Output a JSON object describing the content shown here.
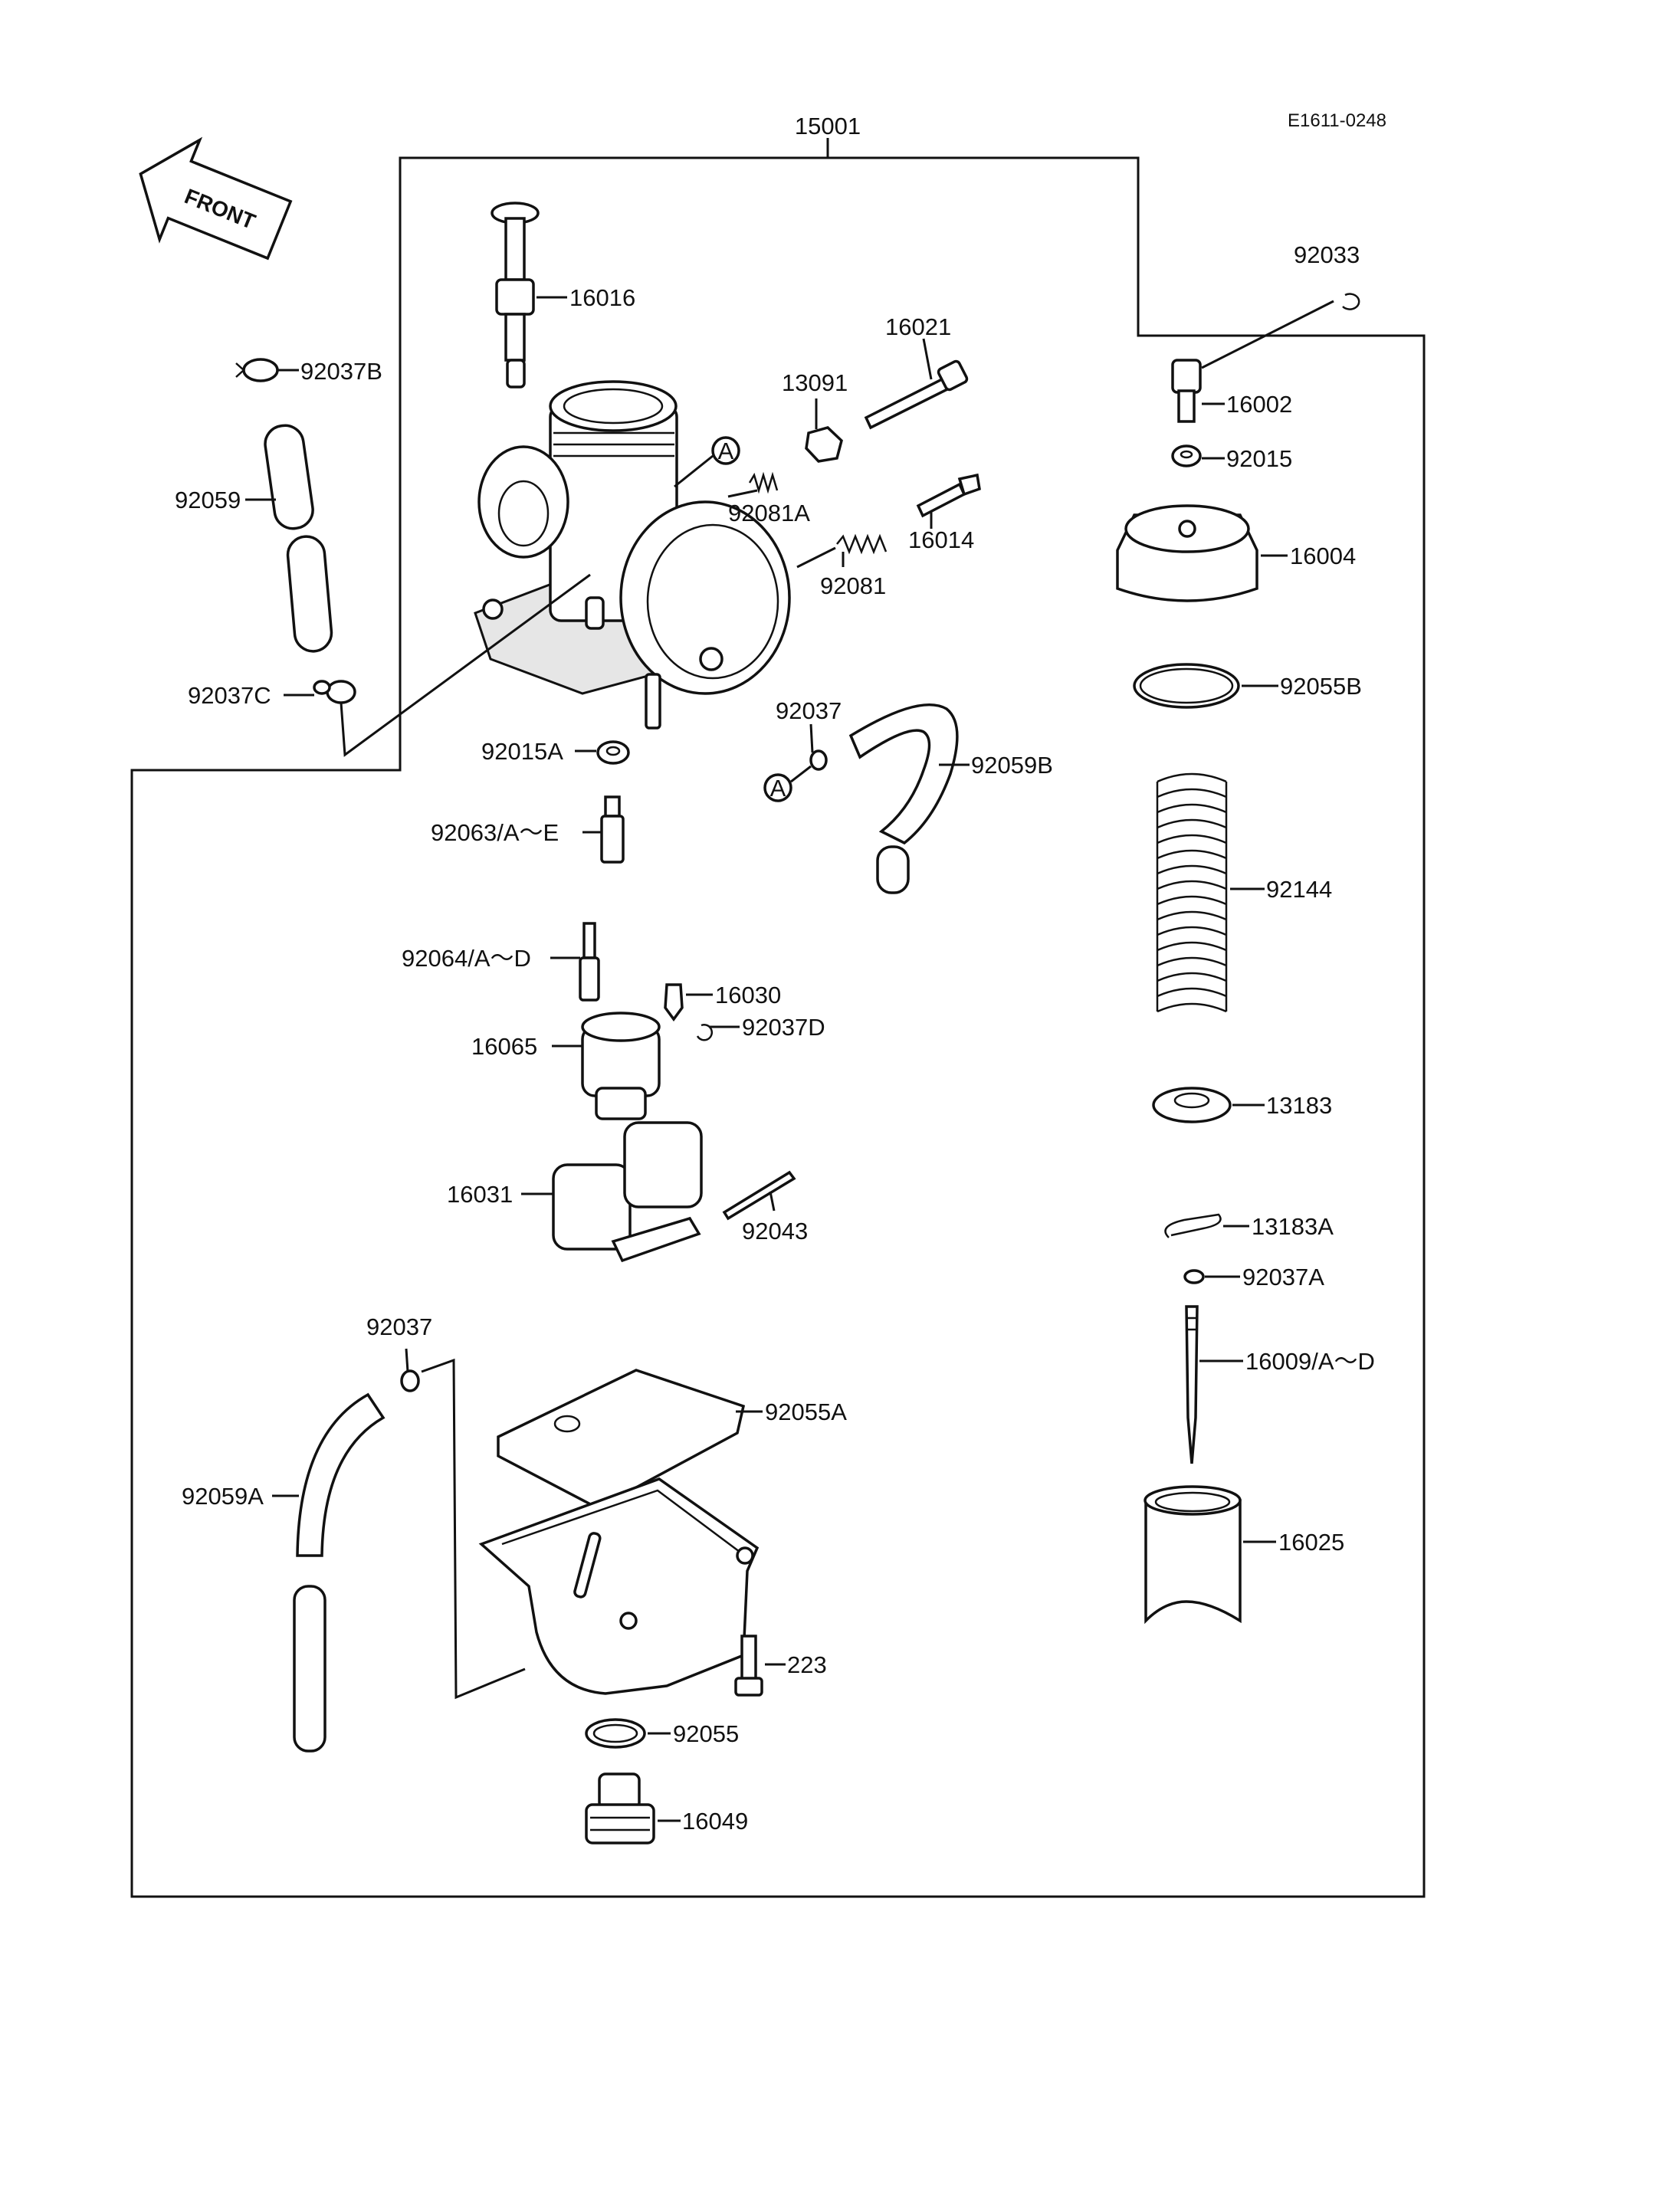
{
  "diagram_code": "E1611-0248",
  "front_label": "FRONT",
  "circle_marker": "A",
  "parts": {
    "p15001": "15001",
    "p16016": "16016",
    "p92037B": "92037B",
    "p92059": "92059",
    "p92037C": "92037C",
    "p13091": "13091",
    "p16021": "16021",
    "p92081A": "92081A",
    "p16014": "16014",
    "p92081": "92081",
    "p92015A": "92015A",
    "p92037_top": "92037",
    "p92059B": "92059B",
    "p92063": "92063/A～E",
    "p92064": "92064/A～D",
    "p16030": "16030",
    "p92037D": "92037D",
    "p16065": "16065",
    "p16031": "16031",
    "p92043": "92043",
    "p92037_bottom": "92037",
    "p92055A": "92055A",
    "p92059A": "92059A",
    "p223": "223",
    "p92055": "92055",
    "p16049": "16049",
    "p92033": "92033",
    "p16002": "16002",
    "p92015": "92015",
    "p16004": "16004",
    "p92055B": "92055B",
    "p92144": "92144",
    "p13183": "13183",
    "p13183A": "13183A",
    "p92037A": "92037A",
    "p16009": "16009/A～D",
    "p16025": "16025"
  }
}
